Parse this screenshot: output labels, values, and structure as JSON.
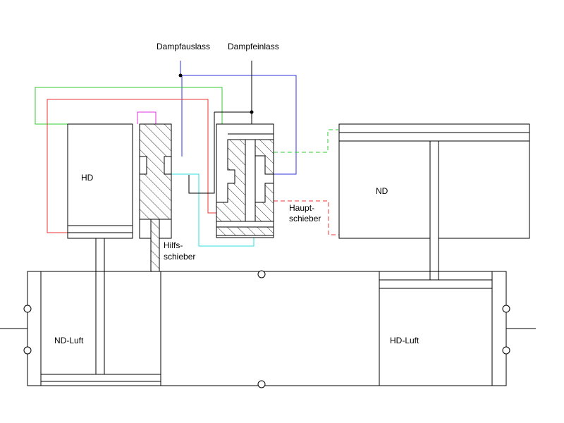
{
  "labels": {
    "exhaust": "Dampfauslass",
    "inlet": "Dampfeinlass",
    "hd": "HD",
    "nd": "ND",
    "aux_valve_line1": "Hilfs-",
    "aux_valve_line2": "schieber",
    "main_valve_line1": "Haupt-",
    "main_valve_line2": "schieber",
    "nd_air": "ND-Luft",
    "hd_air": "HD-Luft"
  },
  "colors": {
    "blue_line": "#3333dd",
    "green_line": "#33cc33",
    "red_line": "#ee3333",
    "magenta_line": "#dd33dd",
    "cyan_line": "#33dddd",
    "outline": "#000000"
  }
}
